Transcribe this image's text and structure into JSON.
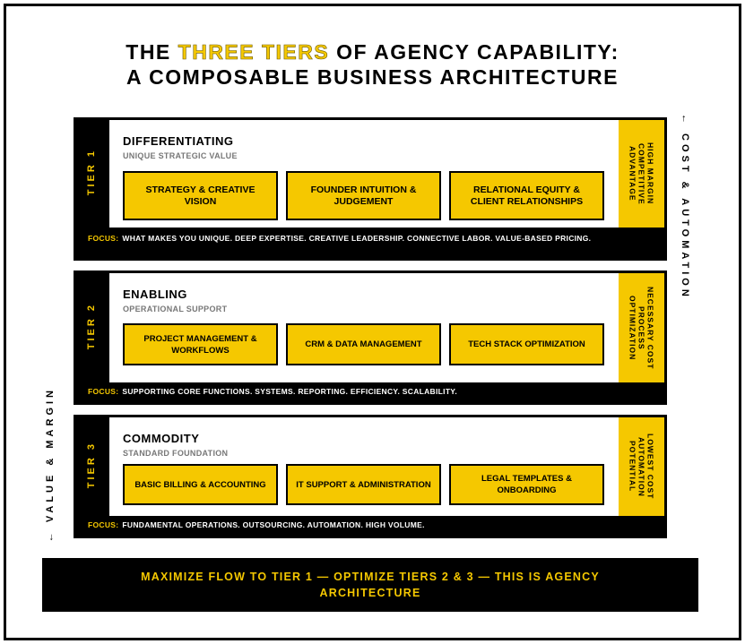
{
  "title": {
    "pre": "THE ",
    "highlight": "THREE TIERS",
    "post": " OF AGENCY CAPABILITY:",
    "line2": "A COMPOSABLE BUSINESS ARCHITECTURE"
  },
  "focus_label": "FOCUS:",
  "tiers": [
    {
      "label": "TIER 1",
      "name": "DIFFERENTIATING",
      "subtitle": "UNIQUE STRATEGIC VALUE",
      "cards": [
        "STRATEGY & CREATIVE VISION",
        "FOUNDER INTUITION & JUDGEMENT",
        "RELATIONAL EQUITY & CLIENT RELATIONSHIPS"
      ],
      "badge": "HIGH MARGIN COMPETITIVE ADVANTAGE",
      "focus": "WHAT MAKES YOU UNIQUE. DEEP EXPERTISE. CREATIVE LEADERSHIP. CONNECTIVE LABOR. VALUE-BASED PRICING."
    },
    {
      "label": "TIER 2",
      "name": "ENABLING",
      "subtitle": "OPERATIONAL SUPPORT",
      "cards": [
        "PROJECT MANAGEMENT & WORKFLOWS",
        "CRM & DATA MANAGEMENT",
        "TECH STACK OPTIMIZATION"
      ],
      "badge": "NECESSARY COST PROCESS OPTIMIZATION",
      "focus": "SUPPORTING CORE FUNCTIONS. SYSTEMS. REPORTING. EFFICIENCY. SCALABILITY."
    },
    {
      "label": "TIER 3",
      "name": "COMMODITY",
      "subtitle": "STANDARD FOUNDATION",
      "cards": [
        "BASIC BILLING & ACCOUNTING",
        "IT SUPPORT & ADMINISTRATION",
        "LEGAL TEMPLATES & ONBOARDING"
      ],
      "badge": "LOWEST COST AUTOMATION POTENTIAL",
      "focus": "FUNDAMENTAL OPERATIONS. OUTSOURCING. AUTOMATION. HIGH VOLUME."
    }
  ],
  "axes": {
    "right": "← COST & AUTOMATION",
    "left": "← VALUE & MARGIN"
  },
  "banner": "MAXIMIZE FLOW TO TIER 1 — OPTIMIZE TIERS 2 & 3 — THIS IS AGENCY ARCHITECTURE",
  "colors": {
    "accent": "#F5C800",
    "dark": "#000000"
  }
}
